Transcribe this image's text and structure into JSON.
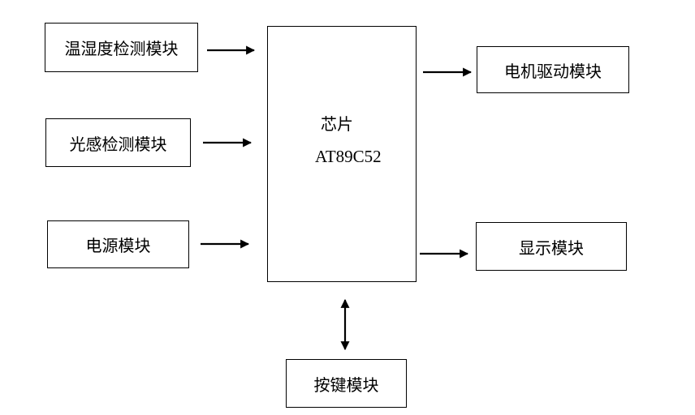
{
  "diagram": {
    "inputs": {
      "temp_humidity": "温湿度检测模块",
      "light": "光感检测模块",
      "power": "电源模块"
    },
    "chip": {
      "name": "芯片",
      "model": "AT89C52"
    },
    "outputs": {
      "motor": "电机驱动模块",
      "display": "显示模块"
    },
    "keys": "按键模块"
  }
}
